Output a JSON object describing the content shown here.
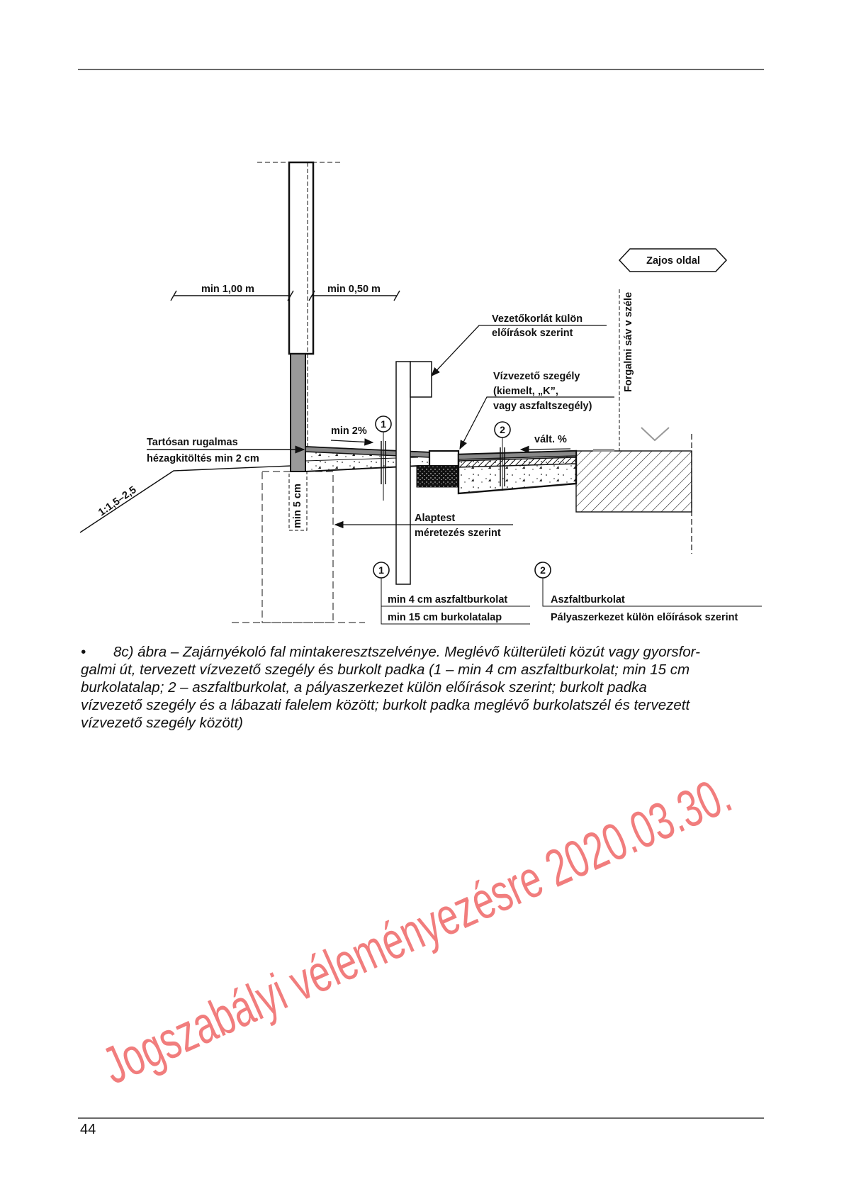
{
  "diagram": {
    "dim_left": "min 1,00 m",
    "dim_right": "min 0,50 m",
    "noise_side": "Zajos oldal",
    "lane_edge": "Forgalmi sáv v széle",
    "guardrail_1": "Vezetőkorlát külön",
    "guardrail_2": "előírások szerint",
    "curb_1": "Vízvezető szegély",
    "curb_2": "(kiemelt, „K”,",
    "curb_3": "vagy aszfaltszegély)",
    "slope_min": "min 2%",
    "slope_var": "vált. %",
    "joint_1": "Tartósan rugalmas",
    "joint_2": "hézagkitöltés min 2 cm",
    "embankment": "1:1,5–2,5",
    "min5": "min 5 cm",
    "foundation_1": "Alaptest",
    "foundation_2": "méretezés szerint",
    "marker_1": "1",
    "marker_2": "2",
    "legend1_a": "min 4 cm aszfaltburkolat",
    "legend1_b": "min 15 cm burkolatalap",
    "legend2_a": "Aszfaltburkolat",
    "legend2_b": "Pályaszerkezet külön előírások szerint"
  },
  "caption": {
    "bullet": "•",
    "lines": [
      "8c) ábra – Zajárnyékoló fal mintakeresztszelvénye. Meglévő külterületi közút vagy gyorsfor-",
      "galmi út, tervezett vízvezető szegély és burkolt padka (1 – min 4 cm aszfaltburkolat; min 15 cm",
      "burkolatalap; 2 – aszfaltburkolat, a pályaszerkezet külön előírások szerint; burkolt padka",
      "vízvezető szegély és a lábazati falelem között; burkolt padka meglévő burkolatszél és tervezett",
      "vízvezető szegély között)"
    ]
  },
  "page_number": "44",
  "watermark": "Jogszabályi véleményezésre 2020.03.30.",
  "colors": {
    "watermark": "#f07070",
    "wall_base": "#999999"
  }
}
